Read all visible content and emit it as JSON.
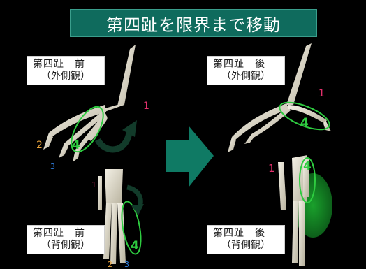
{
  "title": "第四趾を限界まで移動",
  "captions": {
    "top_left": {
      "line1": "第四趾　前",
      "line2": "（外側観）"
    },
    "top_right": {
      "line1": "第四趾　後",
      "line2": "（外側観）"
    },
    "bottom_left": {
      "line1": "第四趾　前",
      "line2": "（背側観）"
    },
    "bottom_right": {
      "line1": "第四趾　後",
      "line2": "（背側観）"
    }
  },
  "toe_labels": {
    "one": "1",
    "two": "2",
    "three": "3",
    "four": "4"
  },
  "colors": {
    "title_bg": "#0f6b5d",
    "highlight": "#2ecc40",
    "arrow": "#0f7a64",
    "label_1": "#e2306c",
    "label_2": "#e8a23a",
    "label_3": "#2f7fe0",
    "bone": "#e6e2d2"
  },
  "icons": [
    "rotation-arrow-icon",
    "right-arrow-icon"
  ]
}
